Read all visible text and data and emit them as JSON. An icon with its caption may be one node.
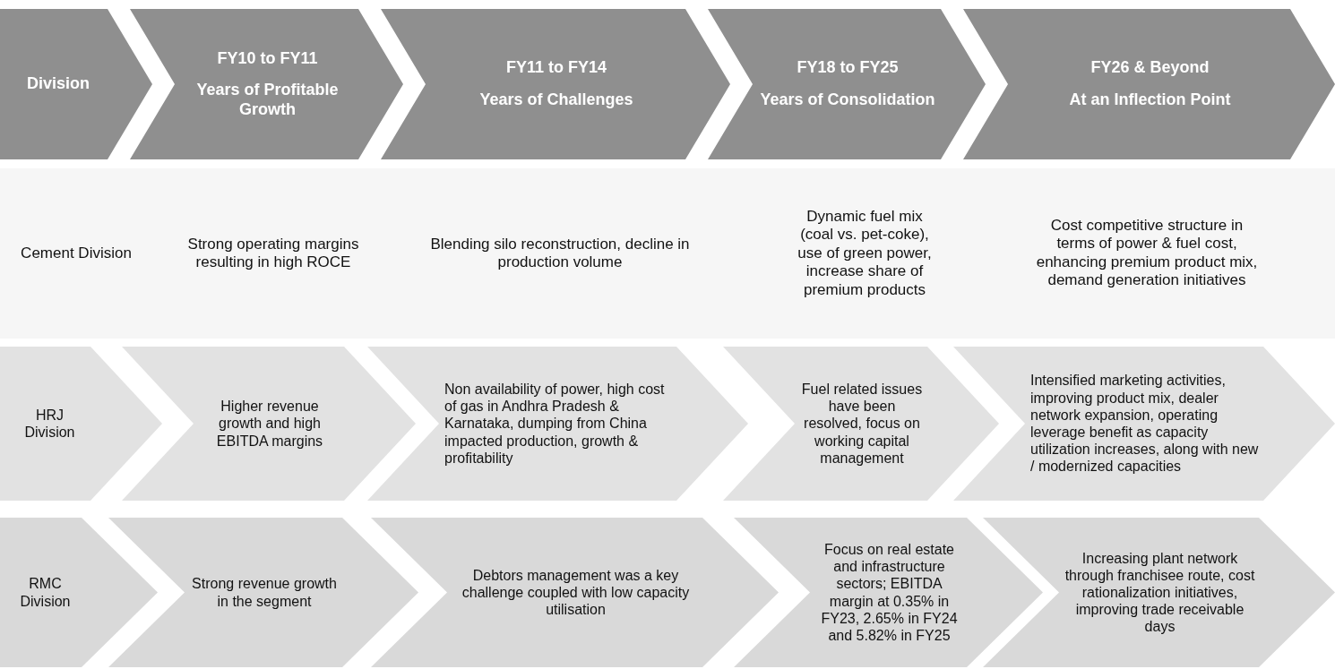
{
  "diagram": {
    "nodes": [
      {
        "text": [
          "Division"
        ]
      },
      {
        "text": [
          "FY10 to FY11",
          "Years of Profitable Growth"
        ]
      },
      {
        "text": [
          "FY11 to FY14",
          "Years of Challenges"
        ]
      },
      {
        "text": [
          "FY18 to FY25",
          "Years of Consolidation"
        ]
      },
      {
        "text": [
          "FY26 & Beyond",
          "At an Inflection Point"
        ]
      },
      {
        "text": [
          "HRJ Division"
        ]
      },
      {
        "text": [
          "Higher revenue growth and high EBITDA margins"
        ]
      },
      {
        "text": [
          "Non availability of power, high cost of gas in Andhra Pradesh & Karnataka, dumping from China impacted production, growth & profitability"
        ]
      },
      {
        "text": [
          "Fuel related issues have been resolved, focus on working capital management"
        ]
      },
      {
        "text": [
          "Intensified marketing activities, improving product mix, dealer network expansion, operating leverage benefit as capacity utilization increases, along with new / modernized capacities"
        ]
      },
      {
        "text": [
          "RMC Division"
        ]
      },
      {
        "text": [
          "Strong revenue growth in the segment"
        ]
      },
      {
        "text": [
          "Debtors management was a key challenge coupled with low capacity utilisation"
        ]
      },
      {
        "text": [
          "Focus on real estate and infrastructure sectors; EBITDA margin at 0.35% in FY23, 2.65% in FY24 and 5.82% in FY25"
        ]
      },
      {
        "text": [
          "Increasing plant network through franchisee route, cost rationalization initiatives, improving trade receivable days"
        ]
      }
    ],
    "labels": [
      "Cement Division",
      "Strong operating margins resulting in high ROCE",
      "Blending silo reconstruction, decline in production volume",
      "Dynamic fuel mix (coal vs. pet-coke), use of green power, increase share of premium products",
      "Cost competitive structure in terms of power & fuel cost, enhancing premium product mix, demand generation initiatives"
    ]
  }
}
